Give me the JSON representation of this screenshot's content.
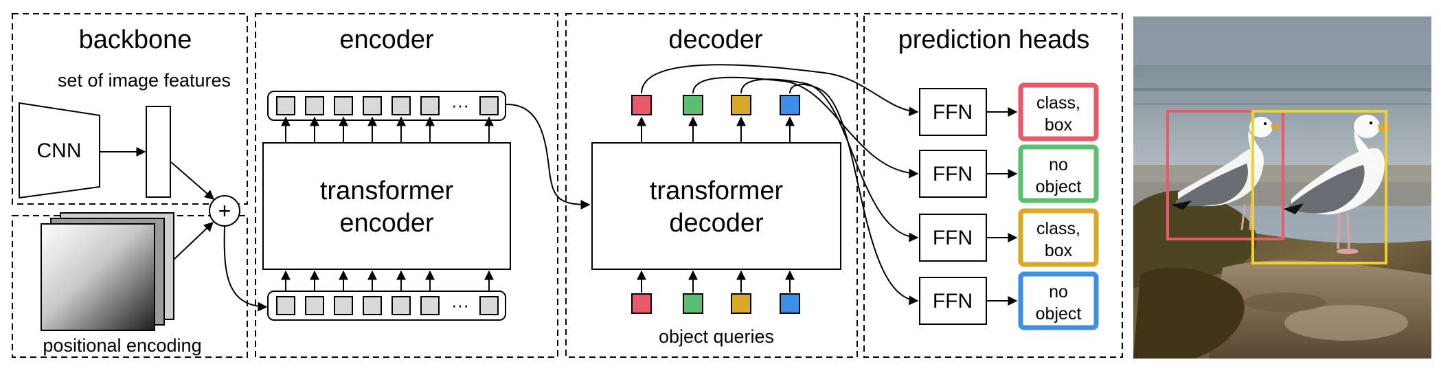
{
  "sections": {
    "backbone": "backbone",
    "encoder": "encoder",
    "decoder": "decoder",
    "prediction_heads": "prediction heads"
  },
  "backbone": {
    "cnn_label": "CNN",
    "features_label": "set of image features",
    "positional_label": "positional encoding",
    "plus_symbol": "+"
  },
  "encoder": {
    "block_line1": "transformer",
    "block_line2": "encoder",
    "ellipsis": "···"
  },
  "decoder": {
    "block_line1": "transformer",
    "block_line2": "decoder",
    "queries_label": "object queries"
  },
  "heads": [
    {
      "ffn": "FFN",
      "line1": "class,",
      "line2": "box",
      "color": "#e8596b"
    },
    {
      "ffn": "FFN",
      "line1": "no",
      "line2": "object",
      "color": "#5bbf72"
    },
    {
      "ffn": "FFN",
      "line1": "class,",
      "line2": "box",
      "color": "#d9a825"
    },
    {
      "ffn": "FFN",
      "line1": "no",
      "line2": "object",
      "color": "#3d8ee6"
    }
  ],
  "query_colors": [
    "#e8596b",
    "#5bbf72",
    "#d9a825",
    "#3d8ee6"
  ],
  "photo": {
    "subject": "two seagulls standing on rocks",
    "box_colors": [
      "#e8596b",
      "#f2d12a"
    ]
  }
}
